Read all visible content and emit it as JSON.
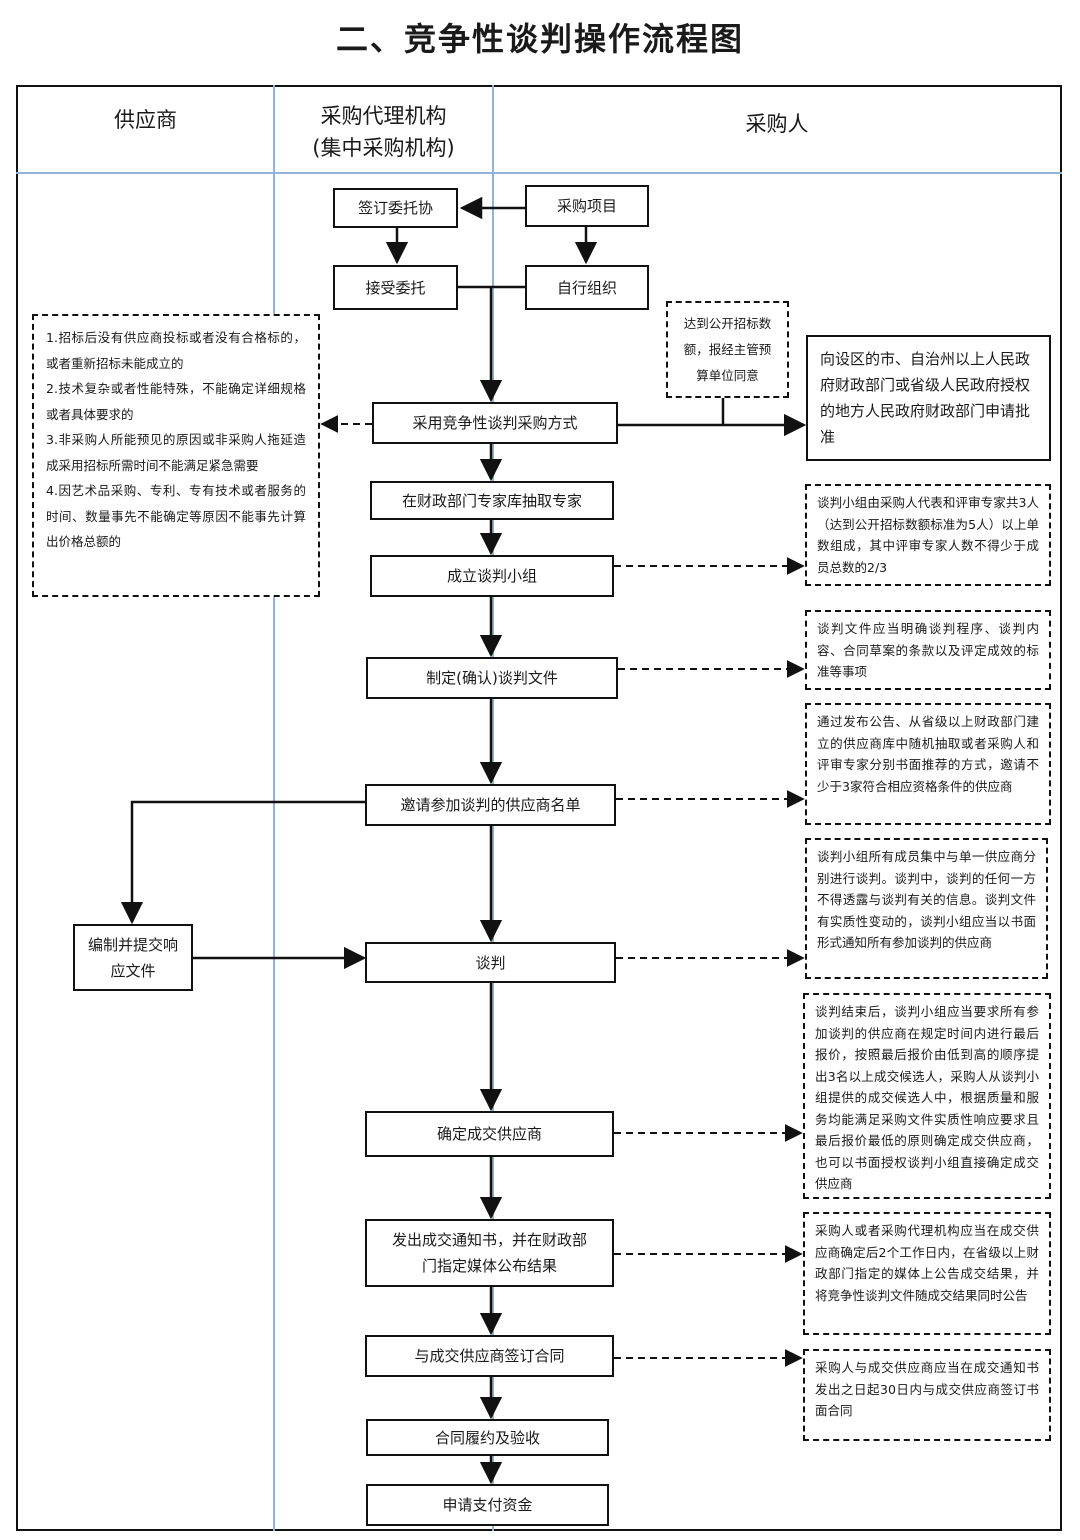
{
  "title": "二、竞争性谈判操作流程图",
  "lanes": {
    "supplier": "供应商",
    "agency_line1": "采购代理机构",
    "agency_line2": "(集中采购机构)",
    "purchaser": "采购人"
  },
  "nodes": {
    "sign_entrust": "签订委托协",
    "purchase_project": "采购项目",
    "accept_entrust": "接受委托",
    "self_organize": "自行组织",
    "adopt_method": "采用竞争性谈判采购方式",
    "draw_experts": "在财政部门专家库抽取专家",
    "form_team": "成立谈判小组",
    "prepare_docs": "制定(确认)谈判文件",
    "invite_suppliers": "邀请参加谈判的供应商名单",
    "compile_submit": "编制并提交响应文件",
    "negotiate": "谈判",
    "confirm_supplier": "确定成交供应商",
    "issue_notice": "发出成交通知书，并在财政部门指定媒体公布结果",
    "sign_contract": "与成交供应商签订合同",
    "perform_accept": "合同履约及验收",
    "apply_payment": "申请支付资金"
  },
  "notes": {
    "conditions": [
      "1.招标后没有供应商投标或者没有合格标的，或者重新招标未能成立的",
      "2.技术复杂或者性能特殊，不能确定详细规格或者具体要求的",
      "3.非采购人所能预见的原因或非采购人拖延造成采用招标所需时间不能满足紧急需要",
      "4.因艺术品采购、专利、专有技术或者服务的时间、数量事先不能确定等原因不能事先计算出价格总额的"
    ],
    "threshold": "达到公开招标数额，报经主管预算单位同意",
    "approval": "向设区的市、自治州以上人民政府财政部门或省级人民政府授权的地方人民政府财政部门申请批准",
    "team": "谈判小组由采购人代表和评审专家共3人（达到公开招标数额标准为5人）以上单数组成，其中评审专家人数不得少于成员总数的2/3",
    "docs": "谈判文件应当明确谈判程序、谈判内容、合同草案的条款以及评定成效的标准等事项",
    "invite": "通过发布公告、从省级以上财政部门建立的供应商库中随机抽取或者采购人和评审专家分别书面推荐的方式，邀请不少于3家符合相应资格条件的供应商",
    "negotiate": "谈判小组所有成员集中与单一供应商分别进行谈判。谈判中，谈判的任何一方不得透露与谈判有关的信息。谈判文件有实质性变动的，谈判小组应当以书面形式通知所有参加谈判的供应商",
    "confirm": "谈判结束后，谈判小组应当要求所有参加谈判的供应商在规定时间内进行最后报价，按照最后报价由低到高的顺序提出3名以上成交候选人，采购人从谈判小组提供的成交候选人中，根据质量和服务均能满足采购文件实质性响应要求且最后报价最低的原则确定成交供应商，也可以书面授权谈判小组直接确定成交供应商",
    "notice": "采购人或者采购代理机构应当在成交供应商确定后2个工作日内，在省级以上财政部门指定的媒体上公告成交结果，并将竞争性谈判文件随成交结果同时公告",
    "contract": "采购人与成交供应商应当在成交通知书发出之日起30日内与成交供应商签订书面合同"
  }
}
